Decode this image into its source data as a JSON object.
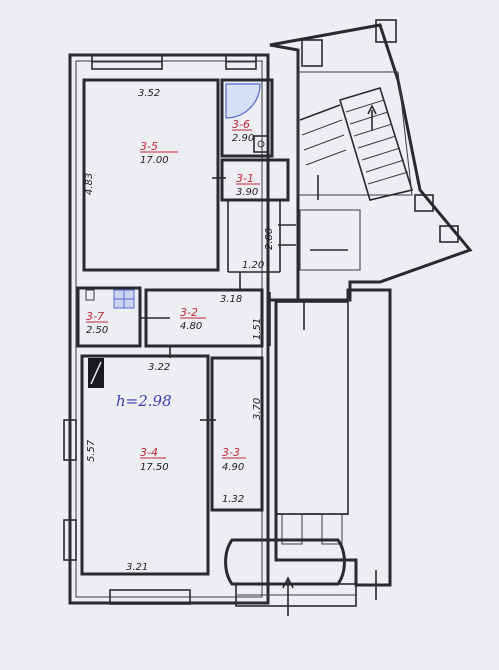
{
  "plan": {
    "height_note": "h=2.98",
    "accent_color": "#c0283a",
    "ink_color": "#2a2a2e",
    "handwriting_color": "#3b3fb0",
    "rooms": [
      {
        "id": "3-5",
        "area": "17.00",
        "dims": [
          "3.52",
          "4.83"
        ]
      },
      {
        "id": "3-6",
        "area": "2.90"
      },
      {
        "id": "3-1",
        "area": "3.90",
        "dims": [
          "2.80",
          "1.20"
        ]
      },
      {
        "id": "3-7",
        "area": "2.50"
      },
      {
        "id": "3-2",
        "area": "4.80",
        "dims": [
          "3.18",
          "1.51"
        ]
      },
      {
        "id": "3-4",
        "area": "17.50",
        "dims": [
          "3.22",
          "5.57",
          "3.21"
        ]
      },
      {
        "id": "3-3",
        "area": "4.90",
        "dims": [
          "3.70",
          "1.32"
        ]
      }
    ]
  }
}
